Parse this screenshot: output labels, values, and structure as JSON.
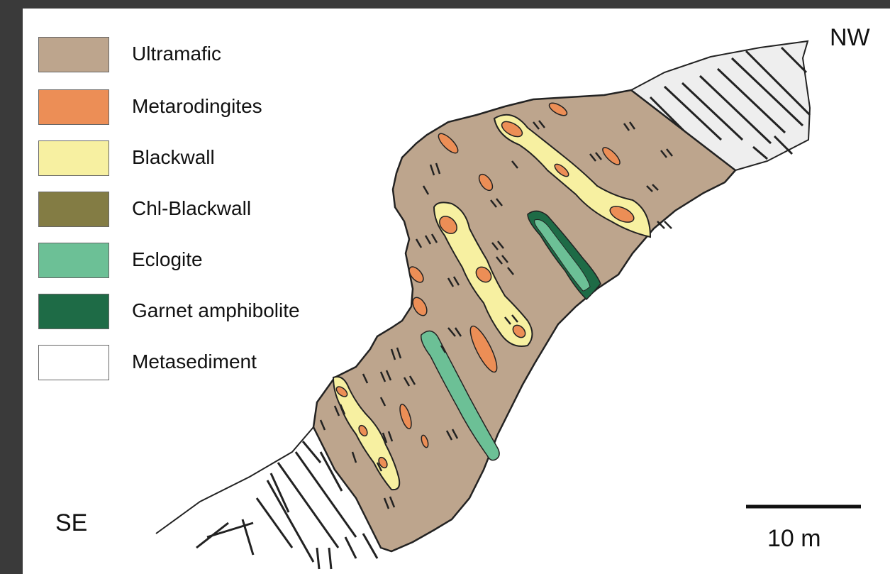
{
  "legend": {
    "items": [
      {
        "label": "Ultramafic",
        "color": "#bda58d"
      },
      {
        "label": "Metarodingites",
        "color": "#ec8e56"
      },
      {
        "label": "Blackwall",
        "color": "#f7f0a1"
      },
      {
        "label": "Chl-Blackwall",
        "color": "#837c44"
      },
      {
        "label": "Eclogite",
        "color": "#6cc096"
      },
      {
        "label": "Garnet amphibolite",
        "color": "#1e6b46"
      },
      {
        "label": "Metasediment",
        "color": "#ffffff"
      }
    ]
  },
  "directions": {
    "nw": "NW",
    "se": "SE"
  },
  "scale": {
    "label": "10 m"
  }
}
